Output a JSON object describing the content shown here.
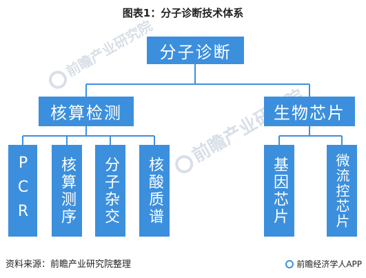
{
  "title": "图表1：分子诊断技术体系",
  "root": {
    "label": "分子诊断"
  },
  "branches": [
    {
      "label": "核算检测",
      "children": [
        "PCR",
        "核算测序",
        "分子杂交",
        "核酸质谱"
      ]
    },
    {
      "label": "生物芯片",
      "children": [
        "基因芯片",
        "微流控芯片"
      ]
    }
  ],
  "watermark": "前瞻产业研究院",
  "source": "资料来源：前瞻产业研究院整理",
  "brand": "前瞻经济学人APP",
  "colors": {
    "box": "#3c8fdd",
    "line": "#3c8fdd"
  }
}
